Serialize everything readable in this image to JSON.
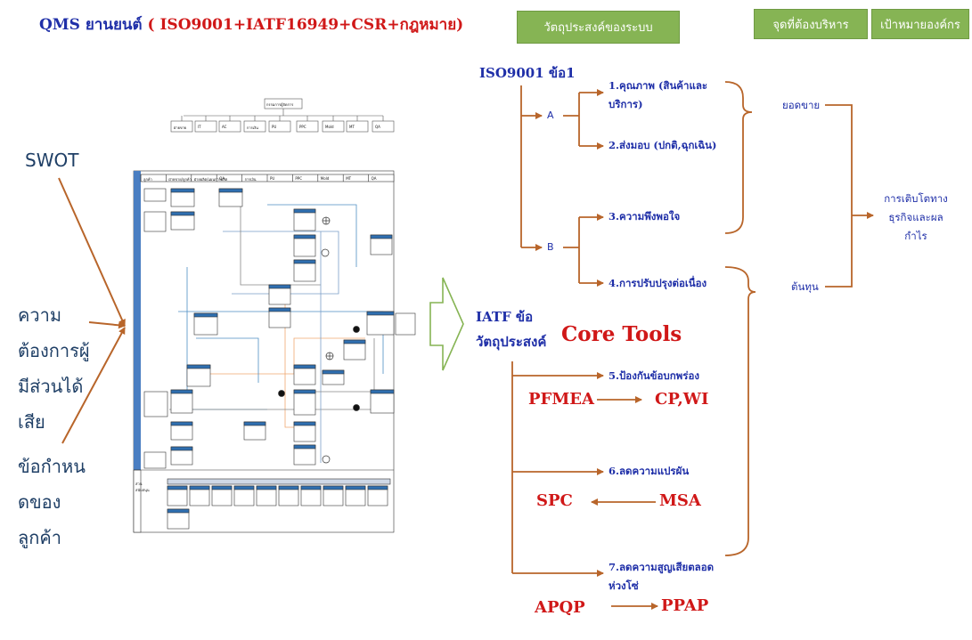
{
  "header": {
    "title_part1": "QMS ยานยนต์ ",
    "title_part2": "( ISO9001+IATF16949+CSR+กฎหมาย)"
  },
  "green_boxes": {
    "objective": "วัตถุประสงค์ของระบบ",
    "management_point": "จุดที่ต้องบริหาร",
    "org_goal": "เป้าหมายองค์กร"
  },
  "left_inputs": {
    "swot": "SWOT",
    "stakeholders": [
      "ความ",
      "ต้องการผู้",
      "มีส่วนได้",
      "เสีย"
    ],
    "customer_req": [
      "ข้อกำหน",
      "ดของ",
      "ลูกค้า"
    ]
  },
  "iso": {
    "heading": "ISO9001 ข้อ1",
    "branch_a": "A",
    "branch_b": "B",
    "item1": [
      "1.คุณภาพ (สินค้าและ",
      "บริการ)"
    ],
    "item2": "2.ส่งมอบ (ปกติ,ฉุกเฉิน)",
    "item3": "3.ความพึงพอใจ",
    "item4": "4.การปรับปรุงต่อเนื่อง"
  },
  "iatf": {
    "heading_line1": "IATF ข้อ",
    "heading_line2": "วัตถุประสงค์",
    "core_tools": "Core Tools",
    "item5": "5.ป้องกันข้อบกพร่อง",
    "item6": "6.ลดความแปรผัน",
    "item7": [
      "7.ลดความสูญเสียตลอด",
      "ห่วงโซ่"
    ],
    "pfmea": "PFMEA",
    "cp_wi": "CP,WI",
    "spc": "SPC",
    "msa": "MSA",
    "apqp": "APQP",
    "ppap": "PPAP"
  },
  "outcomes": {
    "sales": "ยอดขาย",
    "cost": "ต้นทุน",
    "growth": [
      "การเติบโตทาง",
      "ธุรกิจและผล",
      "กำไร"
    ]
  },
  "org_chart": {
    "top": "กรรมการผู้จัดการ",
    "departments": [
      "ฝ่ายขาย",
      "IT",
      "AC",
      "การเงิน",
      "PU",
      "PPC",
      "Mold",
      "MT",
      "QA"
    ]
  },
  "process_map": {
    "header_cells": [
      "ลูกค้า",
      "ฝ่ายขาย/ลูกค้า",
      "ฝ่ายผลิต/แผนการผลิต",
      "QA",
      "การเงิน",
      "PU",
      "PPC",
      "Mold",
      "MT",
      "QA"
    ],
    "bottom_label": "ส่วนสนับสนุน"
  },
  "colors": {
    "title_blue": "#1f2fa8",
    "title_red": "#d01818",
    "green_box": "#86b454",
    "bracket_brown": "#b8652a",
    "left_text": "#1f3f66"
  }
}
